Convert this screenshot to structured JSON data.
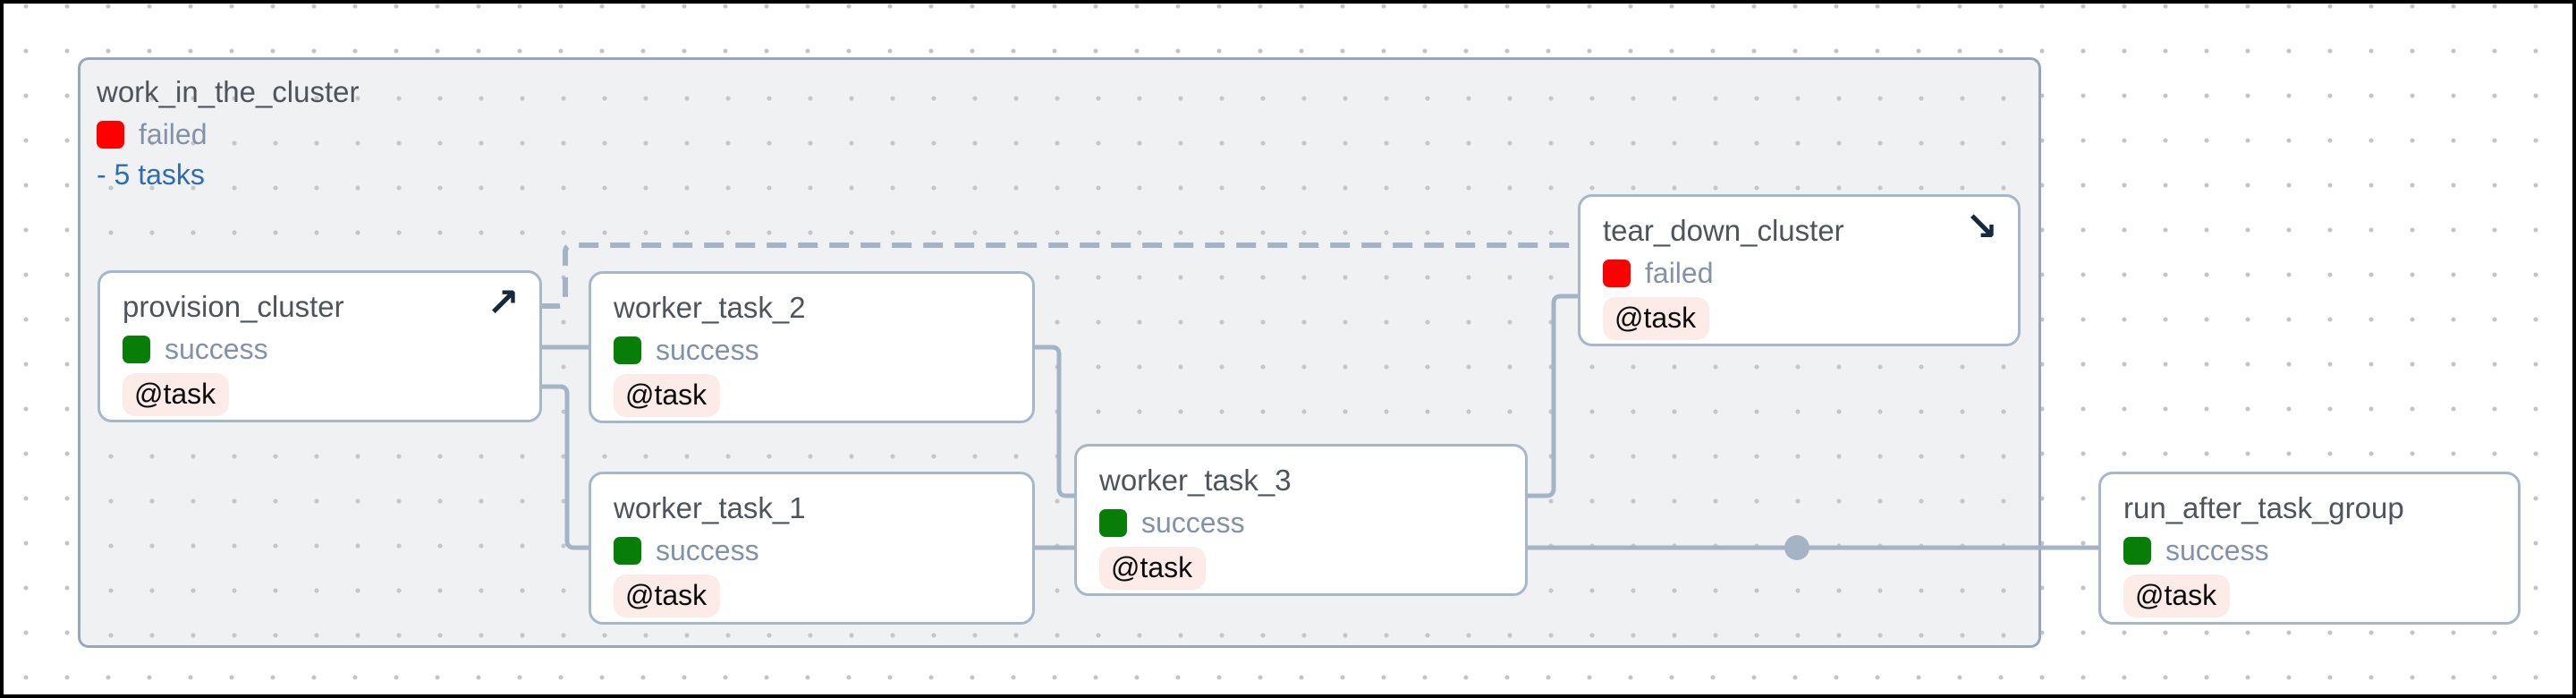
{
  "app": {
    "view": "dag-graph"
  },
  "colors": {
    "edge": "#a4b4c6",
    "node_border": "#a6b7c9",
    "group_border": "#97a8bc",
    "group_background": "#f0f1f3",
    "success": "#077e07",
    "failed": "#ff0000",
    "badge_background": "#fcebe7",
    "link": "#2e6cb3",
    "title_text": "#4e545b",
    "status_text": "#8292a8"
  },
  "group": {
    "title": "work_in_the_cluster",
    "status_label": "failed",
    "status": "failed",
    "tasks_toggle_label": "- 5 tasks",
    "task_count": 5,
    "state": "expanded"
  },
  "nodes": [
    {
      "title": "provision_cluster",
      "status": "success",
      "status_label": "success",
      "badge": "@task",
      "icon": "arrow-up-right-icon",
      "icon_glyph": "↗"
    },
    {
      "title": "worker_task_2",
      "status": "success",
      "status_label": "success",
      "badge": "@task"
    },
    {
      "title": "worker_task_1",
      "status": "success",
      "status_label": "success",
      "badge": "@task"
    },
    {
      "title": "worker_task_3",
      "status": "success",
      "status_label": "success",
      "badge": "@task"
    },
    {
      "title": "tear_down_cluster",
      "status": "failed",
      "status_label": "failed",
      "badge": "@task",
      "icon": "arrow-down-right-icon",
      "icon_glyph": "↘"
    },
    {
      "title": "run_after_task_group",
      "status": "success",
      "status_label": "success",
      "badge": "@task"
    }
  ],
  "edges": [
    {
      "from": "provision_cluster",
      "to": "worker_task_2",
      "style": "solid"
    },
    {
      "from": "provision_cluster",
      "to": "worker_task_1",
      "style": "solid"
    },
    {
      "from": "provision_cluster",
      "to": "tear_down_cluster",
      "style": "dashed"
    },
    {
      "from": "worker_task_2",
      "to": "worker_task_3",
      "style": "solid"
    },
    {
      "from": "worker_task_1",
      "to": "worker_task_3",
      "style": "solid"
    },
    {
      "from": "worker_task_3",
      "to": "tear_down_cluster",
      "style": "solid"
    },
    {
      "from": "worker_task_3",
      "to": "run_after_task_group",
      "style": "solid"
    }
  ]
}
